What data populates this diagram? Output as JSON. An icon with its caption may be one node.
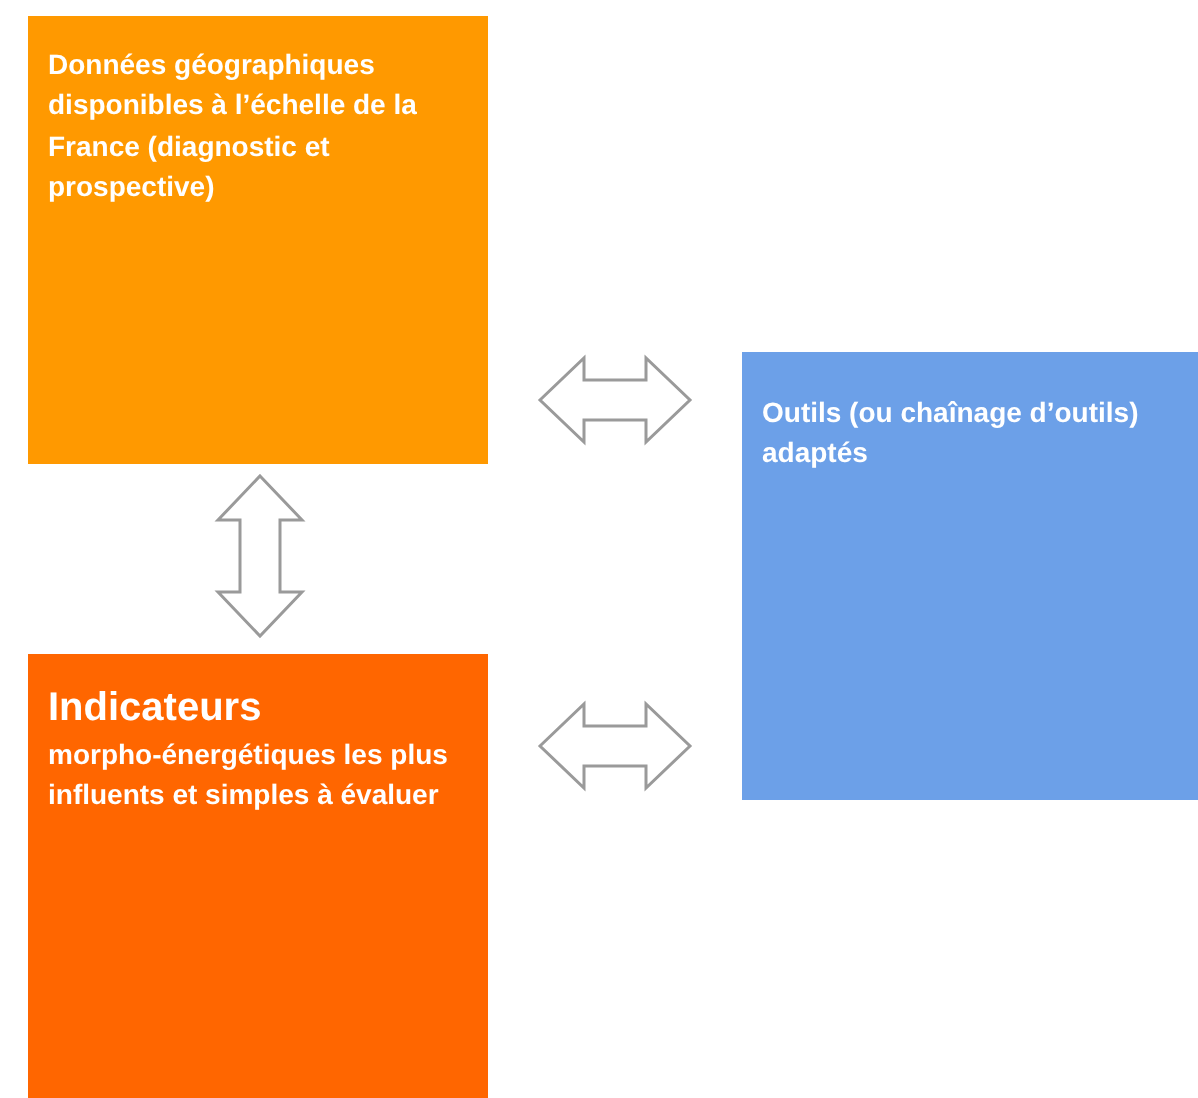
{
  "diagram": {
    "nodes": [
      {
        "text": [
          "**Données géographiques disponibles** à l’échelle de la France (diagnostic et prospective)"
        ]
      },
      {
        "text": [
          "**Outils** (ou chaînage d’outils) adaptés"
        ]
      },
      {
        "text": [
          "Indicateurs",
          "morpho-énergétiques les plus influents et simples à évaluer"
        ]
      }
    ],
    "edges": [
      {
        "from": 0,
        "to": 1,
        "arrow": "both"
      },
      {
        "from": 0,
        "to": 2,
        "arrow": "both"
      },
      {
        "from": 2,
        "to": 1,
        "arrow": "both"
      }
    ]
  }
}
